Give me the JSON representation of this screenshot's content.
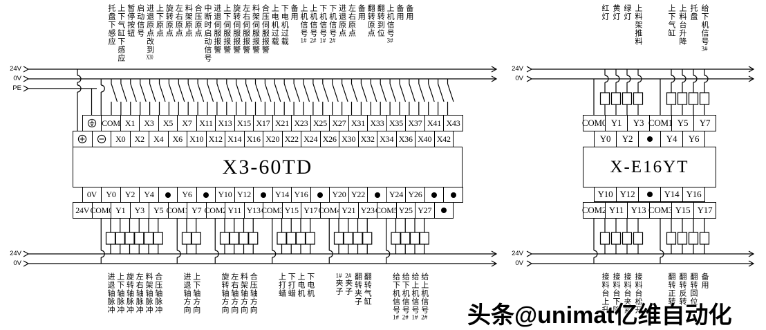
{
  "diagram": {
    "rails": {
      "top_left": [
        "24V",
        "0V",
        "PE"
      ],
      "bottom_left": [
        "24V",
        "0V"
      ],
      "top_right": [
        "24V",
        "0V"
      ],
      "bottom_right": [
        "24V",
        "0V"
      ]
    },
    "left_plc": {
      "name": "X3-60TD",
      "top_terminals_upper": [
        "GND",
        "COM",
        "X1",
        "X3",
        "X5",
        "X7",
        "X11",
        "X13",
        "X15",
        "X17",
        "X21",
        "X23",
        "X25",
        "X27",
        "X31",
        "X33",
        "X35",
        "X37",
        "X41",
        "X43"
      ],
      "top_terminals_lower": [
        "PLUS",
        "MINUS",
        "X0",
        "X2",
        "X4",
        "X6",
        "X10",
        "X12",
        "X14",
        "X16",
        "X20",
        "X22",
        "X24",
        "X26",
        "X30",
        "X32",
        "X34",
        "X36",
        "X40",
        "X42"
      ],
      "bottom_terminals_upper": [
        "0V",
        "Y0",
        "Y2",
        "Y4",
        "DOT",
        "Y6",
        "DOT",
        "Y10",
        "Y12",
        "DOT",
        "Y14",
        "Y16",
        "DOT",
        "Y20",
        "Y22",
        "DOT",
        "Y24",
        "Y26",
        "DOT",
        "DOT"
      ],
      "bottom_terminals_lower": [
        "24V",
        "COM0",
        "Y1",
        "Y3",
        "Y5",
        "COM1",
        "Y7",
        "COM2",
        "Y11",
        "Y13",
        "COM3",
        "Y15",
        "Y17",
        "COM4",
        "Y21",
        "Y23",
        "COM5",
        "Y25",
        "Y27",
        "DOT"
      ],
      "input_labels": [
        "托盘下感应",
        "上下气缸下感应",
        "暂停按钮",
        "启动信号",
        "进退原点改到X30",
        "上下原点",
        "旋转原点",
        "左右原点",
        "料架原点",
        "合压原点",
        "中断时启动信号",
        "进退伺服报警",
        "上下伺服报警",
        "旋转伺服报警",
        "左右伺服报警",
        "料架伺服报警",
        "合压伺服报警",
        "上电机过载",
        "下电机过载",
        "备用",
        "上机信号1#",
        "上机信号2#",
        "下机信号1#",
        "下机信号2#",
        "进退原点",
        "左右原点",
        "备用",
        "翻转原点",
        "翻转到位",
        "上机信号3#",
        "备用",
        "备用"
      ],
      "output_labels": [
        "进退轴脉冲",
        "上下轴脉冲",
        "旋转轴脉冲",
        "左右轴脉冲",
        "料架轴脉冲",
        "合压轴脉冲",
        "进退轴方向",
        "上下轴方向",
        "旋转轴方向",
        "左右轴方向",
        "料架轴方向",
        "合压轴方向",
        "上打蜡",
        "下打蜡",
        "上电机",
        "下电机",
        "1#夹子",
        "2#夹子",
        "翻转夹子",
        "翻转气缸",
        "给下机信号1#",
        "给下机信号2#",
        "给上机信号1#",
        "给上机信号2#"
      ]
    },
    "right_plc": {
      "name": "X-E16YT",
      "top_terminals_upper": [
        "COM0",
        "Y1",
        "Y3",
        "COM1",
        "Y5",
        "Y7"
      ],
      "top_terminals_lower": [
        "Y0",
        "Y2",
        "DOT",
        "Y4",
        "Y6"
      ],
      "bottom_terminals_upper": [
        "Y10",
        "Y12",
        "DOT",
        "Y14",
        "Y16"
      ],
      "bottom_terminals_lower": [
        "COM2",
        "Y11",
        "Y13",
        "COM3",
        "Y15",
        "Y17"
      ],
      "output_labels_top": [
        "红灯",
        "黄灯",
        "绿灯",
        "上料架推料",
        "上下气缸",
        "上料台升降",
        "托盘",
        "给下机信号3#"
      ],
      "output_labels_bottom": [
        "接料台上升",
        "接料台下降",
        "接料台夹紧",
        "接料台松开",
        "翻转正转",
        "翻转反转",
        "翻转回位",
        "备用"
      ]
    },
    "watermark": "头条@unimat亿维自动化"
  }
}
